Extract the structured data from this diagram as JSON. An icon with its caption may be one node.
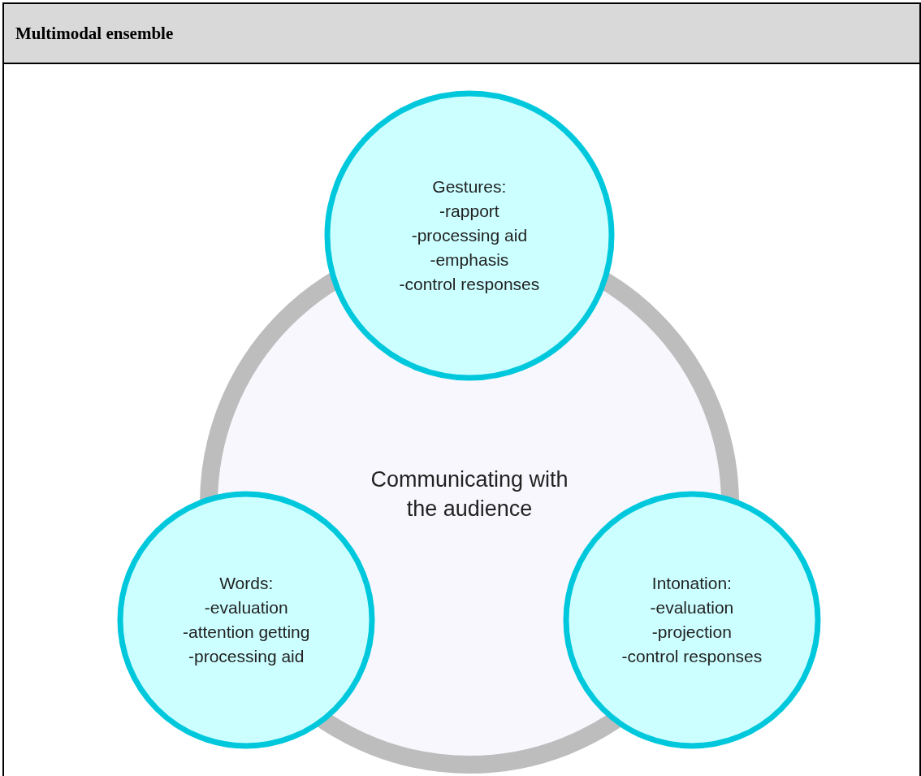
{
  "diagram": {
    "title": "Multimodal ensemble",
    "nodes": [
      {
        "text": [
          "Communicating with the audience"
        ]
      },
      {
        "text": [
          "Gestures:",
          "-rapport",
          "-processing aid",
          "-emphasis",
          "-control responses"
        ]
      },
      {
        "text": [
          "Words:",
          "-evaluation",
          "-attention getting",
          "-processing aid"
        ]
      },
      {
        "text": [
          "Intonation:",
          "-evaluation",
          "-projection",
          "-control responses"
        ]
      }
    ]
  }
}
